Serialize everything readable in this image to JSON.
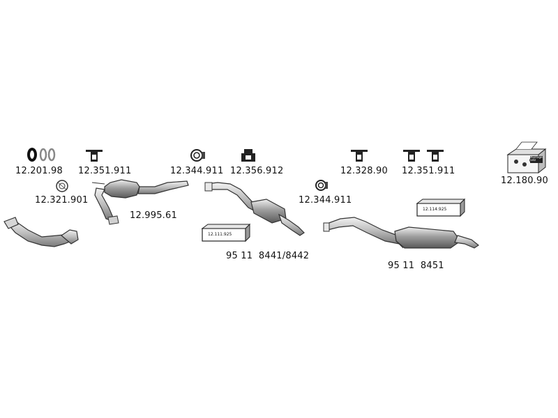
{
  "parts": {
    "rings": "12.201.98",
    "hanger_a": "12.351.911",
    "clamp_a": "12.344.911",
    "hanger_b": "12.356.912",
    "hanger_c": "12.328.90",
    "hanger_d": "12.351.911",
    "kit": "12.180.90",
    "gasket": "12.321.901",
    "catalyst": "12.995.61",
    "clamp_b": "12.344.911",
    "middle_box": "12.111.925",
    "middle_silencer": "95 11  8441/8442",
    "rear_box": "12.114.925",
    "rear_silencer": "95 11  8451"
  },
  "kit_box_text": "Montage-\nsatz",
  "colors": {
    "ink": "#111111",
    "gray": "#8a8a8a",
    "light": "#d9d9d9"
  }
}
